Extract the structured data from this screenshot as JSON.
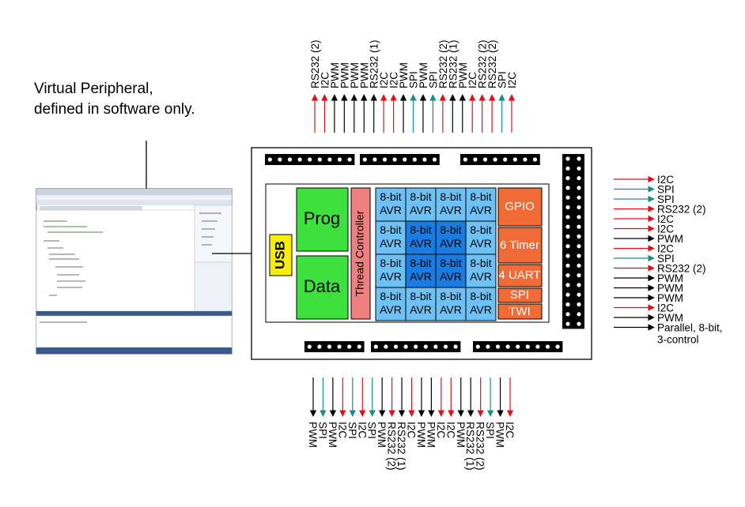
{
  "caption": {
    "line1": "Virtual Peripheral,",
    "line2": "defined in software only."
  },
  "blocks": {
    "usb": "USB",
    "prog": "Prog",
    "data": "Data",
    "thread_controller": "Thread Controller",
    "avr_line1": "8-bit",
    "avr_line2": "AVR",
    "gpio": "GPIO",
    "timer": "6 Timer",
    "uart": "4 UART",
    "spi": "SPI",
    "twi": "TWI"
  },
  "colors": {
    "red": "#e0101a",
    "black": "#000000",
    "teal": "#1e8a8a",
    "green": "#3de03d",
    "yellow": "#f6f000",
    "pink": "#f08080",
    "light_blue": "#6ec1f5",
    "dark_blue": "#1a7be0",
    "orange": "#f06b35"
  },
  "top_signals": [
    {
      "label": "RS232 (2)",
      "color": "red"
    },
    {
      "label": "I2C",
      "color": "red"
    },
    {
      "label": "PWM",
      "color": "black"
    },
    {
      "label": "PWM",
      "color": "black"
    },
    {
      "label": "PWM",
      "color": "black"
    },
    {
      "label": "PWM",
      "color": "black"
    },
    {
      "label": "RS232 (1)",
      "color": "black"
    },
    {
      "label": "I2C",
      "color": "red"
    },
    {
      "label": "I2C",
      "color": "red"
    },
    {
      "label": "PWM",
      "color": "black"
    },
    {
      "label": "SPI",
      "color": "teal"
    },
    {
      "label": "PWM",
      "color": "black"
    },
    {
      "label": "SPI",
      "color": "teal"
    },
    {
      "label": "RS232 (2)",
      "color": "red"
    },
    {
      "label": "RS232 (1)",
      "color": "black"
    },
    {
      "label": "PWM",
      "color": "black"
    },
    {
      "label": "I2C",
      "color": "red"
    },
    {
      "label": "RS232 (2)",
      "color": "red"
    },
    {
      "label": "RS232 (2)",
      "color": "red"
    },
    {
      "label": "SPI",
      "color": "teal"
    },
    {
      "label": "I2C",
      "color": "red"
    }
  ],
  "right_signals": [
    {
      "label": "I2C",
      "color": "red"
    },
    {
      "label": "SPI",
      "color": "teal"
    },
    {
      "label": "SPI",
      "color": "teal"
    },
    {
      "label": "RS232 (2)",
      "color": "red"
    },
    {
      "label": "I2C",
      "color": "red"
    },
    {
      "label": "I2C",
      "color": "red"
    },
    {
      "label": "PWM",
      "color": "black"
    },
    {
      "label": "I2C",
      "color": "red"
    },
    {
      "label": "SPI",
      "color": "teal"
    },
    {
      "label": "RS232 (2)",
      "color": "red"
    },
    {
      "label": "PWM",
      "color": "black"
    },
    {
      "label": "PWM",
      "color": "black"
    },
    {
      "label": "PWM",
      "color": "black"
    },
    {
      "label": "I2C",
      "color": "red"
    },
    {
      "label": "PWM",
      "color": "black"
    },
    {
      "label": "Parallel, 8-bit,",
      "label2": "3-control",
      "color": "black"
    }
  ],
  "bottom_signals": [
    {
      "label": "PWM",
      "color": "black"
    },
    {
      "label": "SPI",
      "color": "teal"
    },
    {
      "label": "PWM",
      "color": "black"
    },
    {
      "label": "I2C",
      "color": "red"
    },
    {
      "label": "SPI",
      "color": "teal"
    },
    {
      "label": "I2C",
      "color": "red"
    },
    {
      "label": "SPI",
      "color": "teal"
    },
    {
      "label": "PWM",
      "color": "black"
    },
    {
      "label": "RS232 (2)",
      "color": "red"
    },
    {
      "label": "RS232 (1)",
      "color": "black"
    },
    {
      "label": "I2C",
      "color": "red"
    },
    {
      "label": "PWM",
      "color": "black"
    },
    {
      "label": "PWM",
      "color": "black"
    },
    {
      "label": "I2C",
      "color": "red"
    },
    {
      "label": "I2C",
      "color": "red"
    },
    {
      "label": "PWM",
      "color": "black"
    },
    {
      "label": "RS232 (1)",
      "color": "black"
    },
    {
      "label": "RS232 (2)",
      "color": "red"
    },
    {
      "label": "SPI",
      "color": "teal"
    },
    {
      "label": "PWM",
      "color": "black"
    },
    {
      "label": "I2C",
      "color": "red"
    }
  ]
}
